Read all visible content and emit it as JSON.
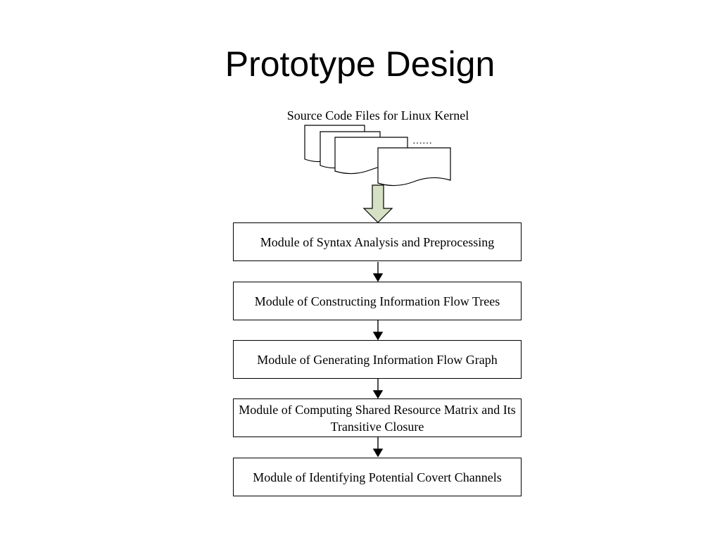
{
  "slide": {
    "title": "Prototype Design"
  },
  "source": {
    "caption": "Source Code Files for Linux Kernel",
    "ellipsis": "……"
  },
  "modules": [
    {
      "label": "Module of Syntax Analysis and Preprocessing"
    },
    {
      "label": "Module of Constructing Information Flow Trees"
    },
    {
      "label": "Module of Generating Information Flow Graph"
    },
    {
      "label": "Module of Computing Shared Resource Matrix and Its Transitive Closure"
    },
    {
      "label": "Module of Identifying Potential Covert Channels"
    }
  ],
  "colors": {
    "big_arrow_fill": "#d6e0c4",
    "stroke": "#000000"
  }
}
